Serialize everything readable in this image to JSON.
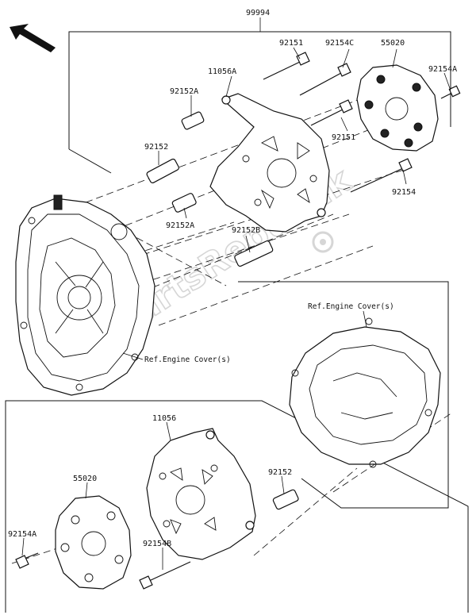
{
  "labels": {
    "assembly": "99994",
    "bolt_top_a": "92151",
    "bolt_long_c": "92154C",
    "cover_top": "55020",
    "bolt_small_a": "92154A",
    "bracket_a": "11056A",
    "collar_top": "92152A",
    "bolt_mid": "92151",
    "collar_mid": "92152",
    "bolt_long": "92154",
    "collar_low": "92152A",
    "collar_b": "92152B",
    "ref_engine_cover_right": "Ref.Engine Cover(s)",
    "ref_engine_cover_left": "Ref.Engine Cover(s)",
    "bracket": "11056",
    "cover_bottom": "55020",
    "collar_bottom": "92152",
    "bolt_small_bottom": "92154A",
    "bolt_long_b": "92154B"
  },
  "watermark": "PartsRepublik",
  "icons": {
    "direction": "front-arrow-icon"
  }
}
